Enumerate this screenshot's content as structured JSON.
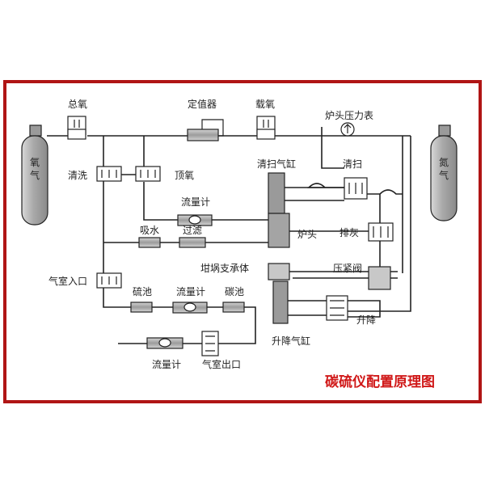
{
  "title": "碳硫仪配置原理图",
  "cylinders": {
    "oxygen": "氧气",
    "nitrogen": "氮气"
  },
  "labels": {
    "main_oxygen": "总氧",
    "regulator": "定值器",
    "carrier_oxygen": "载氧",
    "pressure_gauge": "炉头压力表",
    "rinse": "清洗",
    "top_oxygen": "顶氧",
    "sweep_cylinder": "清扫气缸",
    "sweep": "清扫",
    "flowmeter_1": "流量计",
    "furnace_head": "炉头",
    "ash_discharge": "排灰",
    "water_absorb": "吸水",
    "filter": "过滤",
    "crucible_support": "坩埚支承体",
    "clamp_valve": "压紧阀",
    "chamber_inlet": "气室入口",
    "sulfur_cell_1": "硫池",
    "flowmeter_2": "流量计",
    "carbon_cell": "碳池",
    "lift": "升降",
    "lift_cylinder": "升降气缸",
    "flowmeter_3": "流量计",
    "chamber_outlet": "气室出口"
  },
  "colors": {
    "frame": "#b01515",
    "title": "#d01818",
    "cylinder": "#b4b4b4",
    "component": "#9a9a9a"
  }
}
